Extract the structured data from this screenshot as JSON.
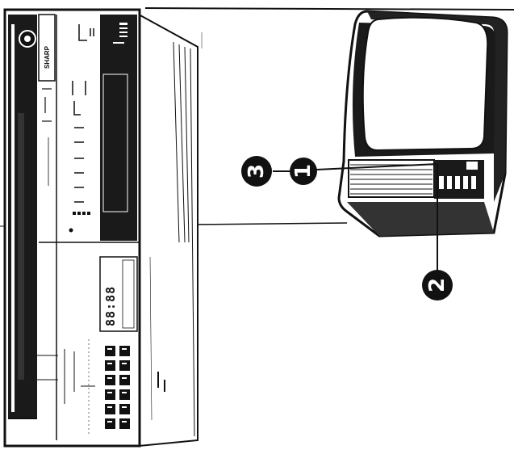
{
  "vcr": {
    "brand": "SHARP",
    "display": "88:88"
  },
  "callouts": [
    {
      "label": "1"
    },
    {
      "label": "2"
    },
    {
      "label": "3"
    }
  ],
  "colors": {
    "ink": "#111111",
    "paper": "#ffffff"
  }
}
